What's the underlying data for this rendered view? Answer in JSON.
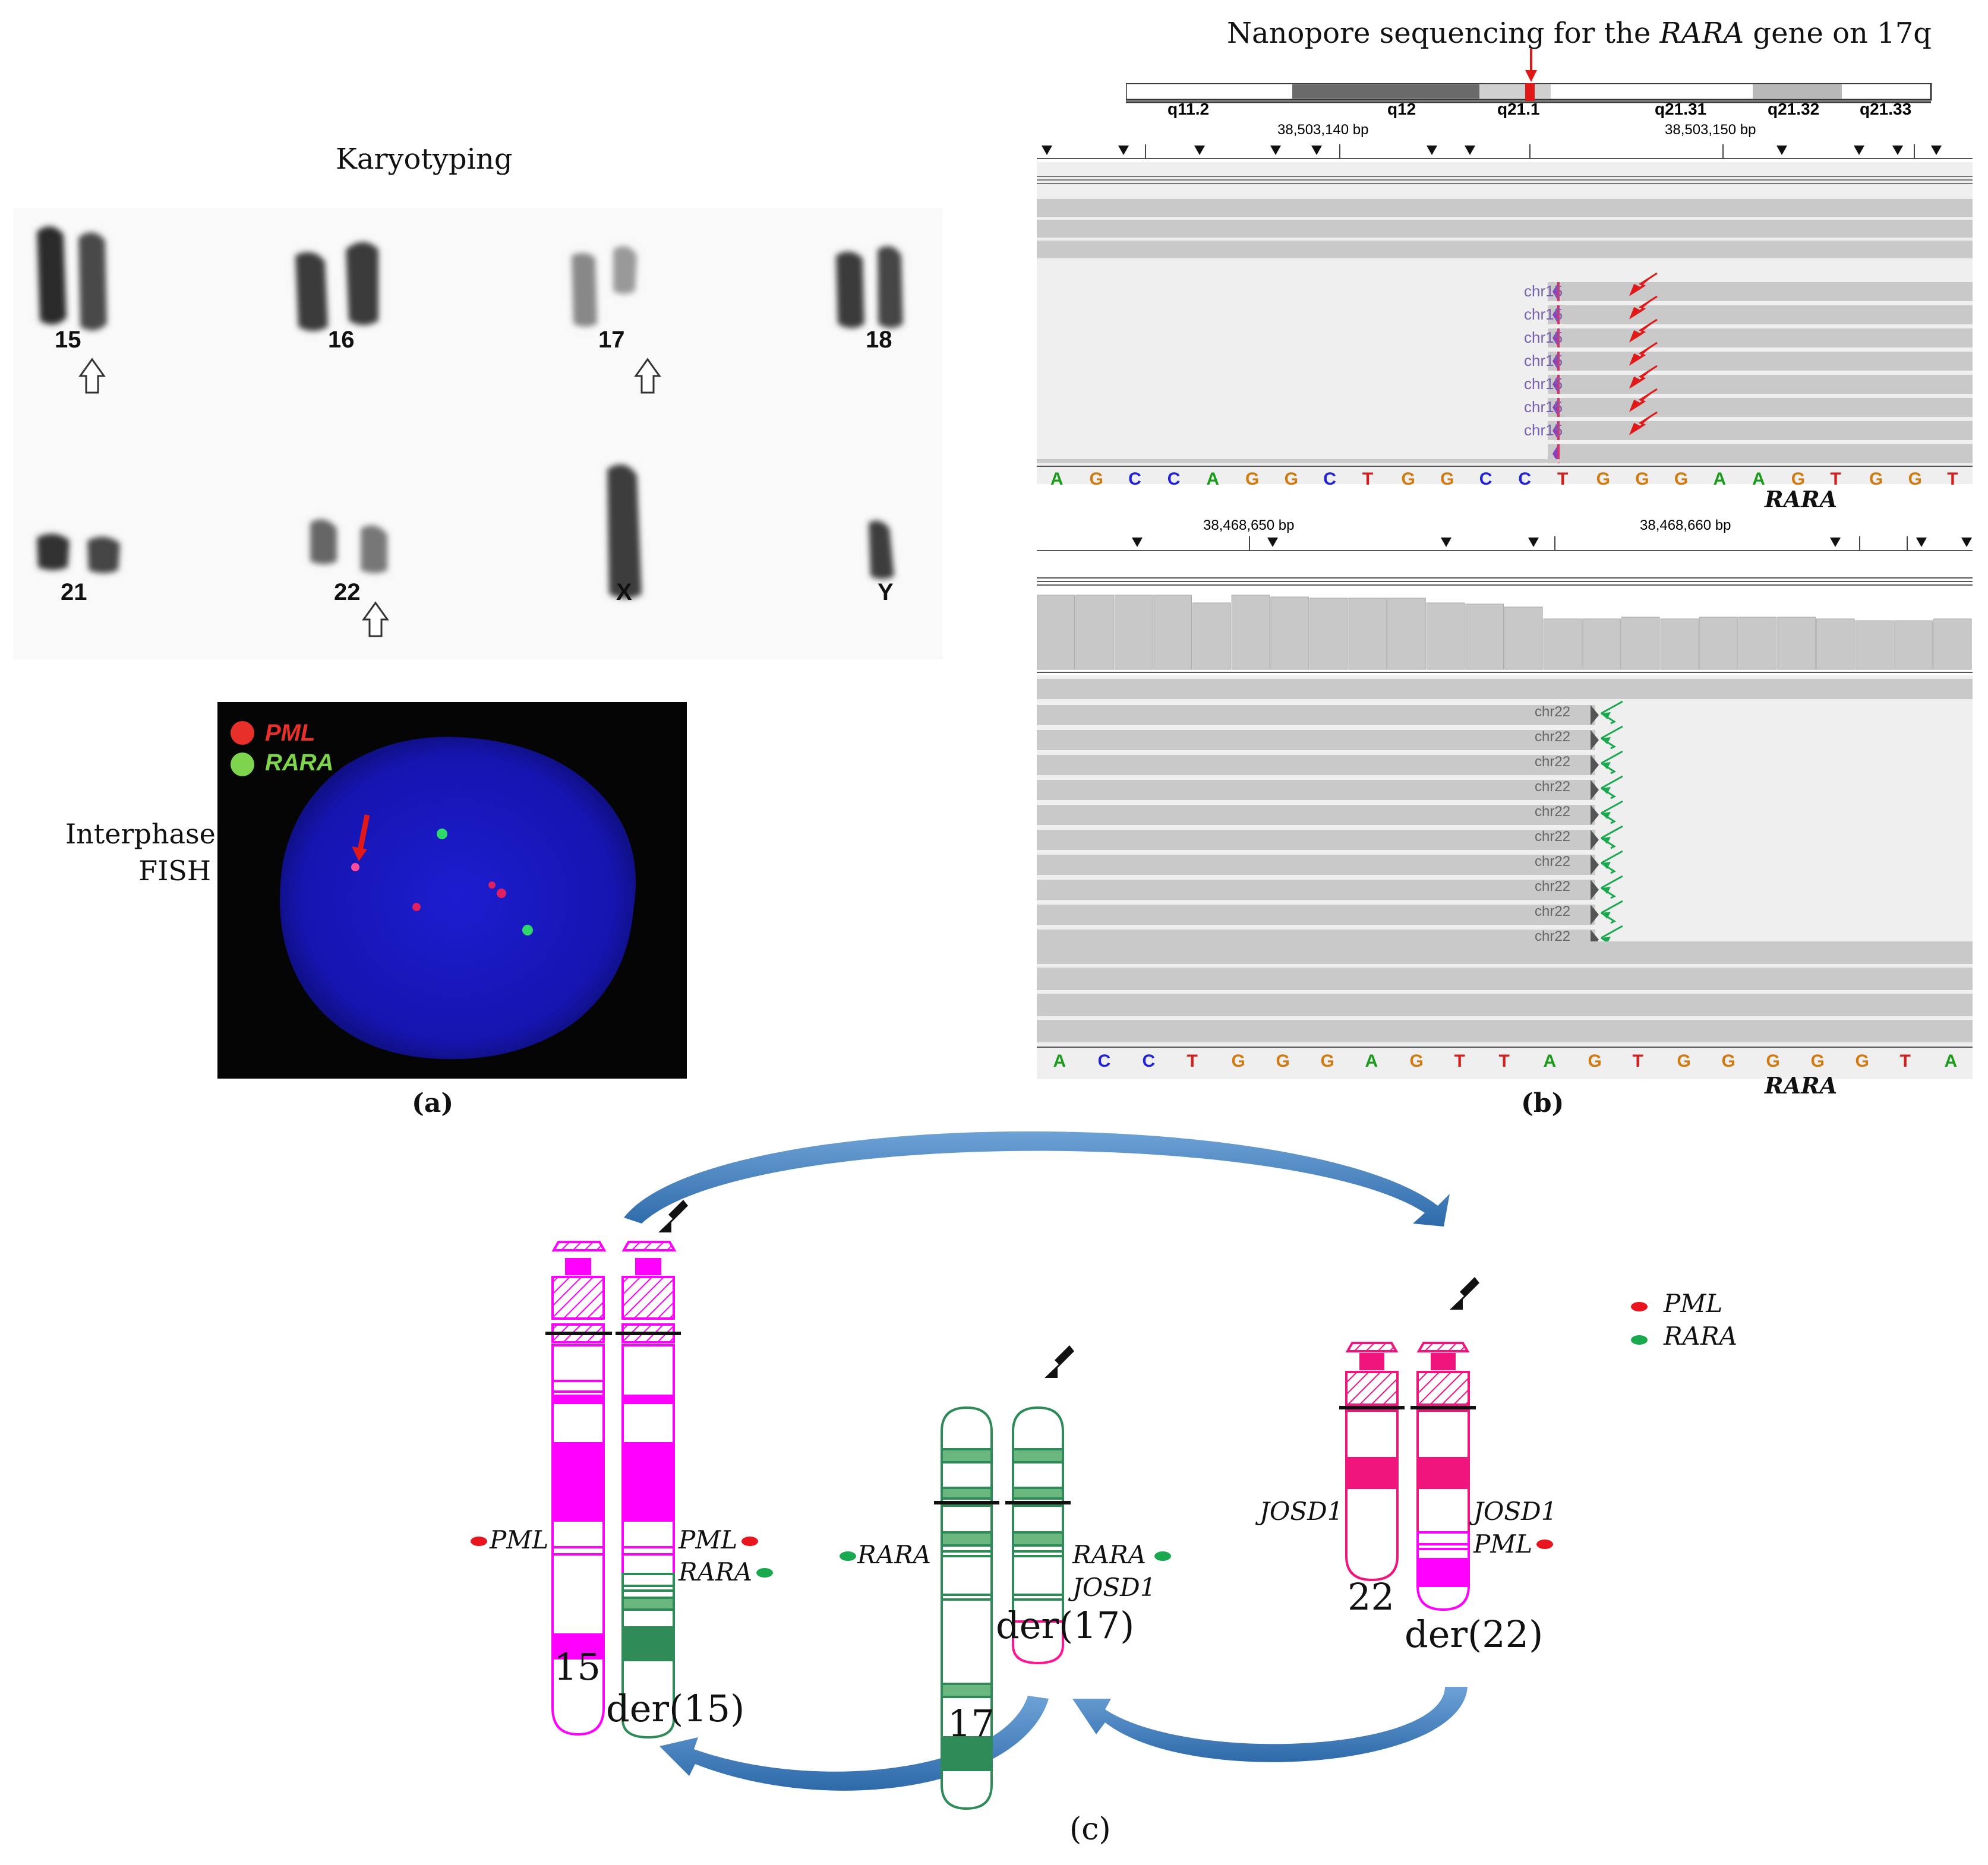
{
  "panel_a": {
    "title": "Karyotyping",
    "chromosome_labels": [
      "15",
      "16",
      "17",
      "18",
      "21",
      "22",
      "X",
      "Y"
    ],
    "fish_label_line1": "Interphase",
    "fish_label_line2": "FISH",
    "fish_legend": [
      {
        "gene": "PML",
        "color": "#e8302a"
      },
      {
        "gene": "RARA",
        "color": "#7fd44e"
      }
    ],
    "label": "(a)"
  },
  "panel_b": {
    "title_prefix": "Nanopore sequencing for the ",
    "title_gene": "RARA",
    "title_suffix": " gene on 17q",
    "ideogram_bands": [
      "q11.2",
      "q12",
      "q21.1",
      "q21.31",
      "q21.32",
      "q21.33"
    ],
    "track1": {
      "coords": [
        "38,503,140 bp",
        "38,503,150 bp"
      ],
      "read_label": "chr15",
      "sequence": [
        "A",
        "G",
        "C",
        "C",
        "A",
        "G",
        "G",
        "C",
        "T",
        "G",
        "G",
        "C",
        "C",
        "T",
        "G",
        "G",
        "G",
        "A",
        "A",
        "G",
        "T",
        "G",
        "G",
        "T"
      ],
      "gene": "RARA"
    },
    "track2": {
      "coords": [
        "38,468,650 bp",
        "38,468,660 bp"
      ],
      "read_label": "chr22",
      "sequence": [
        "A",
        "C",
        "C",
        "T",
        "G",
        "G",
        "G",
        "A",
        "G",
        "T",
        "T",
        "A",
        "G",
        "T",
        "G",
        "G",
        "G",
        "G",
        "G",
        "T",
        "A"
      ],
      "gene": "RARA"
    },
    "label": "(b)"
  },
  "panel_c": {
    "chromosome_labels": [
      "15",
      "der(15)",
      "17",
      "der(17)",
      "22",
      "der(22)"
    ],
    "gene_labels": {
      "pml_15": "PML",
      "pml_der15": "PML",
      "rara_der15": "RARA",
      "rara_17": "RARA",
      "rara_der17": "RARA",
      "josd1_der17": "JOSD1",
      "josd1_22": "JOSD1",
      "josd1_der22": "JOSD1",
      "pml_der22": "PML"
    },
    "legend": [
      {
        "gene": "PML",
        "color": "#e8141e"
      },
      {
        "gene": "RARA",
        "color": "#1aa84f"
      }
    ],
    "colors": {
      "chr15": "#ff00ff",
      "chr17": "#2e8b57",
      "chr22": "#f0147d",
      "arrow": "#3f7fbf"
    },
    "label": "(c)"
  }
}
